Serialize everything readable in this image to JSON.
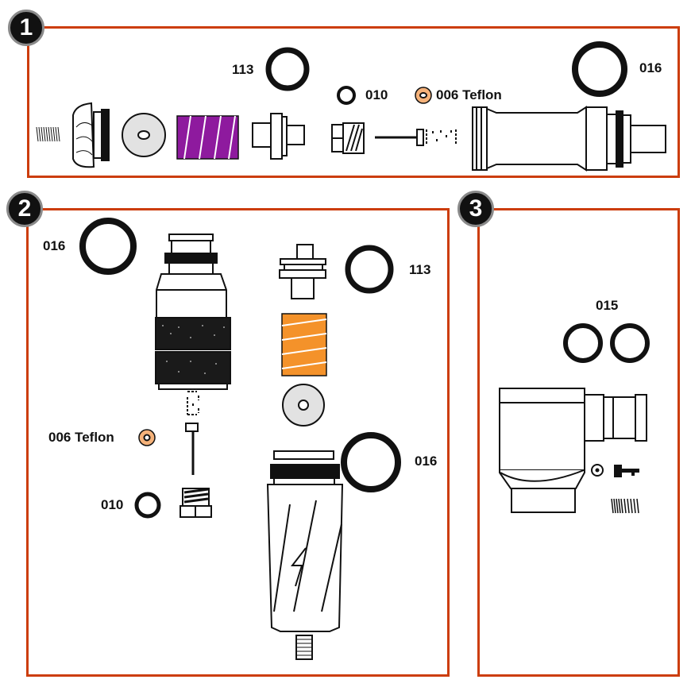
{
  "diagram": {
    "title": "",
    "accent_color": "#cc3d0c",
    "spring_colors": {
      "purple": "#8e1a9e",
      "orange": "#f4922a"
    },
    "teflon_color": "#f5b27a",
    "panels": [
      {
        "number": "1",
        "labels": {
          "oring_113": "113",
          "oring_016": "016",
          "oring_010": "010",
          "teflon_006": "006 Teflon"
        }
      },
      {
        "number": "2",
        "labels": {
          "oring_016_top": "016",
          "oring_113": "113",
          "teflon_006": "006 Teflon",
          "oring_010": "010",
          "oring_016_bottom": "016"
        }
      },
      {
        "number": "3",
        "labels": {
          "oring_015": "015"
        }
      }
    ]
  }
}
